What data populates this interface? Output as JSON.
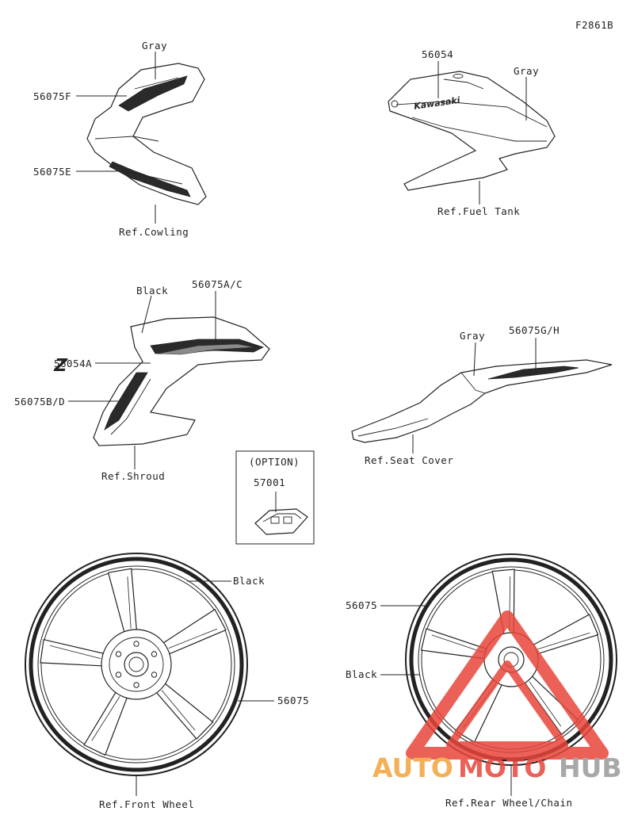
{
  "figure_code": "F2861B",
  "cowling": {
    "color_label": "Gray",
    "part_upper": "56075F",
    "part_lower": "56075E",
    "ref": "Ref.Cowling"
  },
  "fuel_tank": {
    "part": "56054",
    "color_label": "Gray",
    "logo_text": "Kawasaki",
    "ref": "Ref.Fuel Tank"
  },
  "shroud": {
    "color_label": "Black",
    "part_top": "56075A/C",
    "part_emblem": "56054A",
    "part_lower": "56075B/D",
    "emblem_text": "Z",
    "ref": "Ref.Shroud"
  },
  "seat_cover": {
    "color_label": "Gray",
    "part": "56075G/H",
    "ref": "Ref.Seat Cover"
  },
  "option": {
    "title": "(OPTION)",
    "part": "57001"
  },
  "front_wheel": {
    "color_label": "Black",
    "part": "56075",
    "ref": "Ref.Front Wheel"
  },
  "rear_wheel": {
    "part": "56075",
    "color_label": "Black",
    "ref": "Ref.Rear Wheel/Chain"
  },
  "watermark": {
    "part1": "AUTO",
    "part2": "MOTO",
    "part3": "HUB",
    "colors": {
      "red": "#e8463a",
      "orange": "#f2a33a",
      "gray": "#9a9a9a"
    }
  }
}
